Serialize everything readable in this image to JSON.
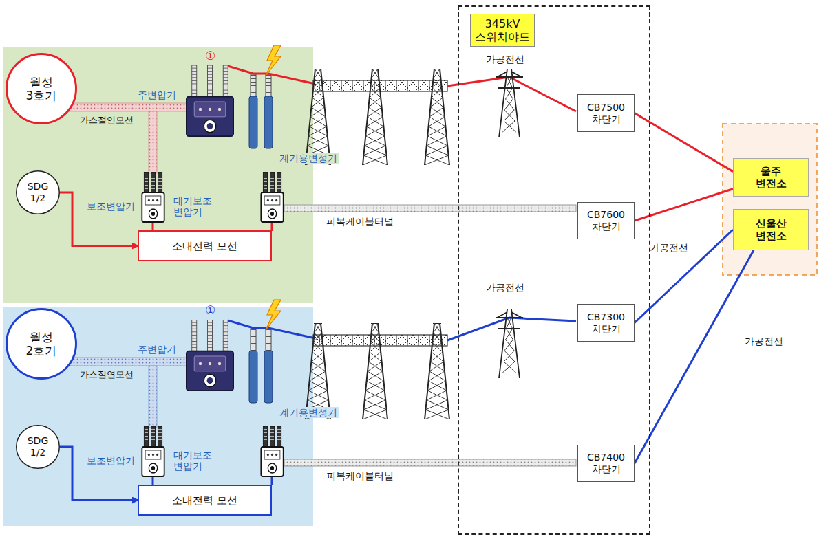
{
  "diagram": {
    "nodes": [
      {
        "text": [
          "345kV 스위치야드"
        ]
      },
      {
        "text": [
          "월성 3호기"
        ]
      },
      {
        "text": [
          "SDG 1/2"
        ]
      },
      {
        "text": [
          "소내전력 모선"
        ]
      },
      {
        "text": [
          "CB7500 차단기"
        ],
        "in": 0
      },
      {
        "text": [
          "CB7600 차단기"
        ],
        "in": 0
      },
      {
        "text": [
          "울주 변전소"
        ]
      },
      {
        "text": [
          "신울산 변전소"
        ]
      },
      {
        "text": [
          "월성 2호기"
        ]
      },
      {
        "text": [
          "CB7300 차단기"
        ],
        "in": 0
      },
      {
        "text": [
          "SDG 1/2"
        ]
      },
      {
        "text": [
          "소내전력 모선"
        ]
      },
      {
        "text": [
          "CB7400 차단기"
        ],
        "in": 0
      }
    ],
    "edges": [
      {
        "from": 2,
        "to": 3,
        "arrow": "to"
      },
      {
        "from": 10,
        "to": 11,
        "arrow": "to"
      },
      {
        "from": 4,
        "to": 6,
        "arrow": "none"
      },
      {
        "from": 5,
        "to": 6,
        "arrow": "none"
      },
      {
        "from": 9,
        "to": 7,
        "arrow": "none"
      },
      {
        "from": 12,
        "to": 7,
        "arrow": "none"
      }
    ],
    "labels": [
      "①",
      "주변압기",
      "가스절연모선",
      "계기용변성기",
      "보조변압기",
      "대기보조 변압기",
      "피복케이블터널",
      "가공전선",
      "가공전선",
      "①",
      "주변압기",
      "가스절연모선",
      "계기용변성기",
      "보조변압기",
      "대기보조 변압기",
      "피복케이블터널",
      "가공전선",
      "가공전선"
    ]
  }
}
